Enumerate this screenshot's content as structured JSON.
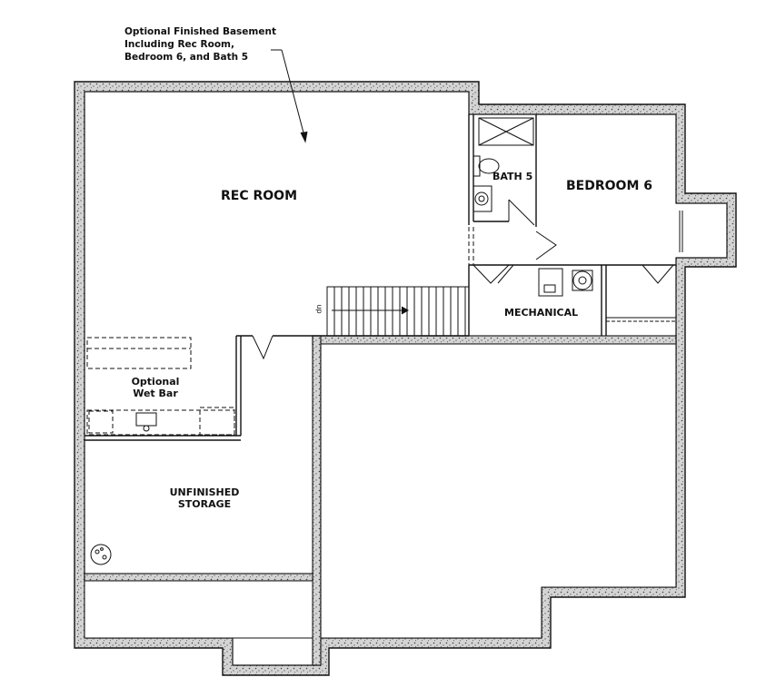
{
  "plan": {
    "annotation": {
      "lines": [
        "Optional Finished Basement",
        "Including Rec Room,",
        "Bedroom 6, and Bath 5"
      ]
    },
    "rooms": {
      "rec_room": "REC ROOM",
      "bath5": "BATH 5",
      "bedroom6": "BEDROOM 6",
      "mechanical": "MECHANICAL",
      "wet_bar": [
        "Optional",
        "Wet Bar"
      ],
      "storage": [
        "UNFINISHED",
        "STORAGE"
      ]
    },
    "stair_label": "dn"
  },
  "colors": {
    "wall_fill": "#cfcfcf",
    "wall_stroke": "#111111",
    "speckle": "#555555"
  }
}
